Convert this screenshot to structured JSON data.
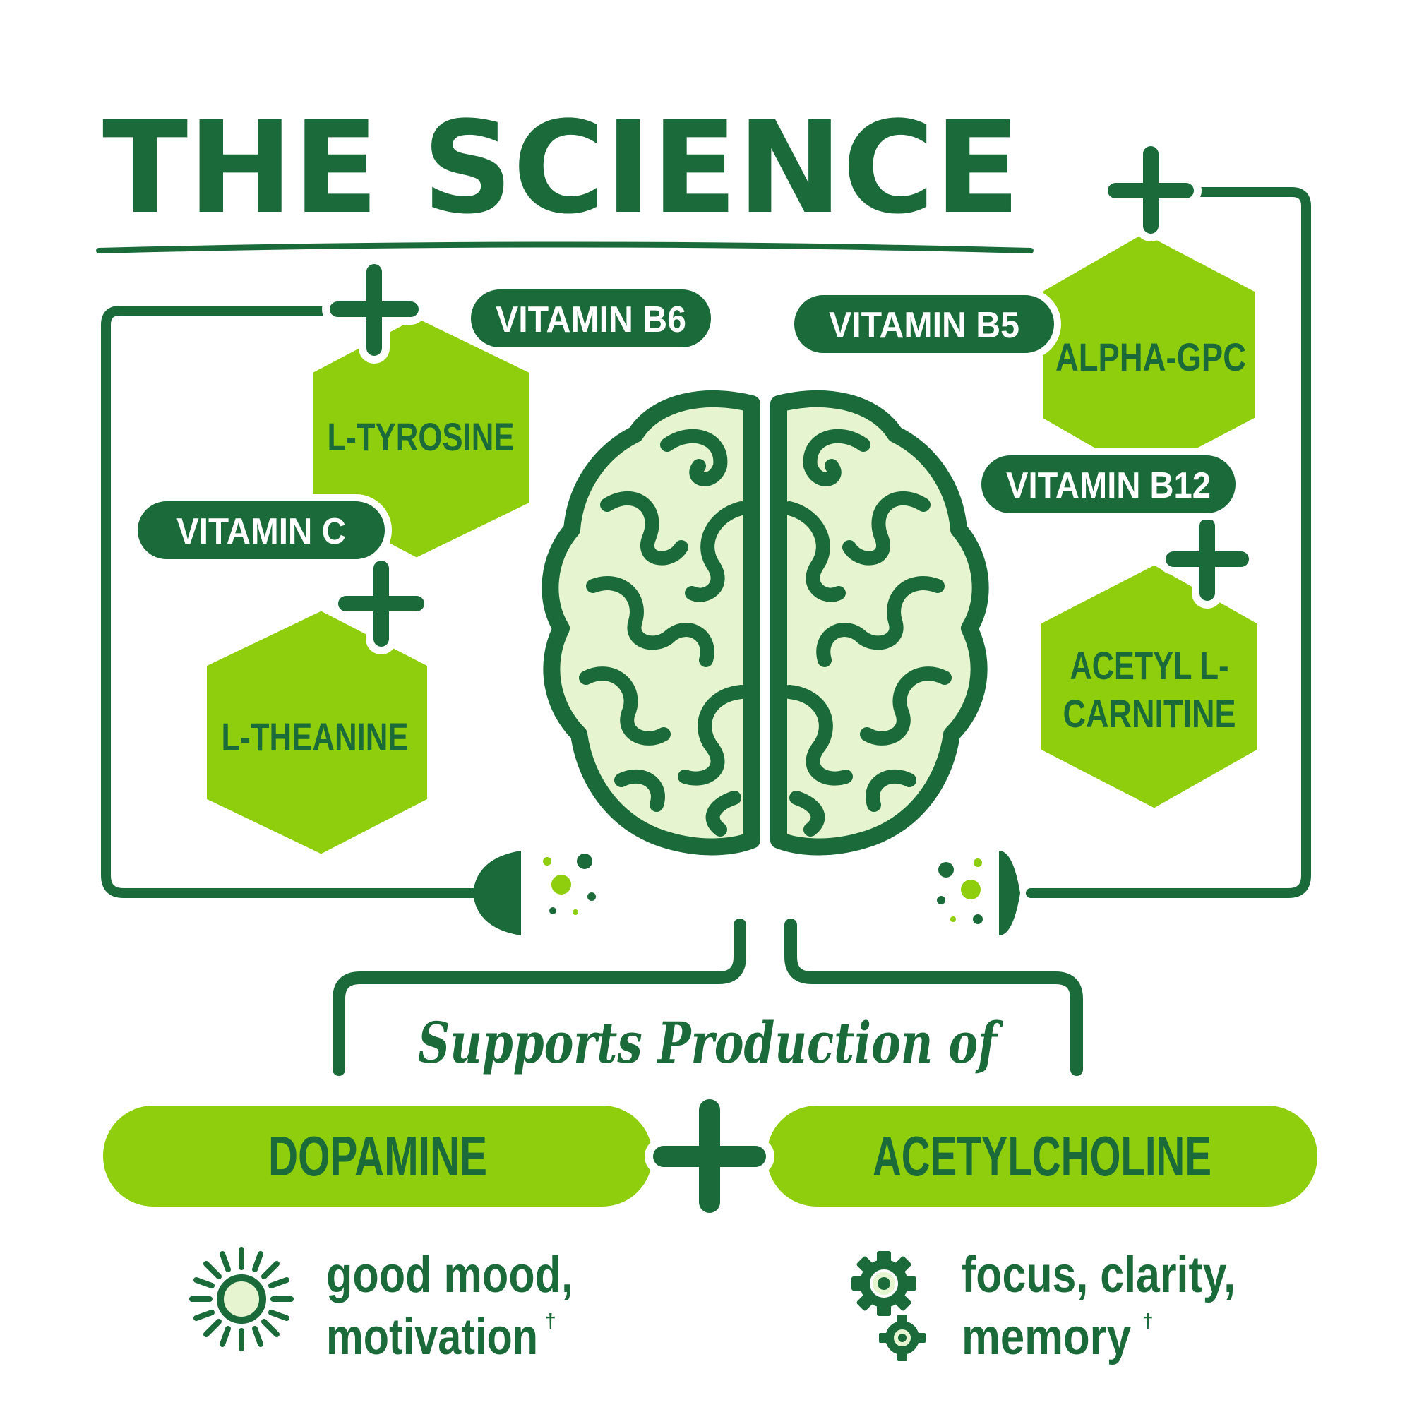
{
  "title": "THE SCIENCE",
  "colors": {
    "dark_green": "#1b6b3a",
    "lime": "#8fce0c",
    "light_green": "#e6f5d0",
    "white": "#ffffff"
  },
  "vitamins": {
    "b6": "VITAMIN B6",
    "b5": "VITAMIN B5",
    "c": "VITAMIN C",
    "b12": "VITAMIN B12"
  },
  "ingredients": {
    "l_tyrosine": "L-TYROSINE",
    "l_theanine": "L-THEANINE",
    "alpha_gpc": "ALPHA-GPC",
    "acetyl_line1": "ACETYL L-",
    "acetyl_line2": "CARNITINE"
  },
  "center_icon": "brain-icon",
  "supports_text": "Supports Production of",
  "outputs": {
    "left": "DOPAMINE",
    "right": "ACETYLCHOLINE"
  },
  "benefits": {
    "left_icon": "sun-icon",
    "left_line1": "good mood,",
    "left_line2": "motivation",
    "left_mark": "†",
    "right_icon": "gears-icon",
    "right_line1": "focus, clarity,",
    "right_line2": "memory",
    "right_mark": "†"
  }
}
